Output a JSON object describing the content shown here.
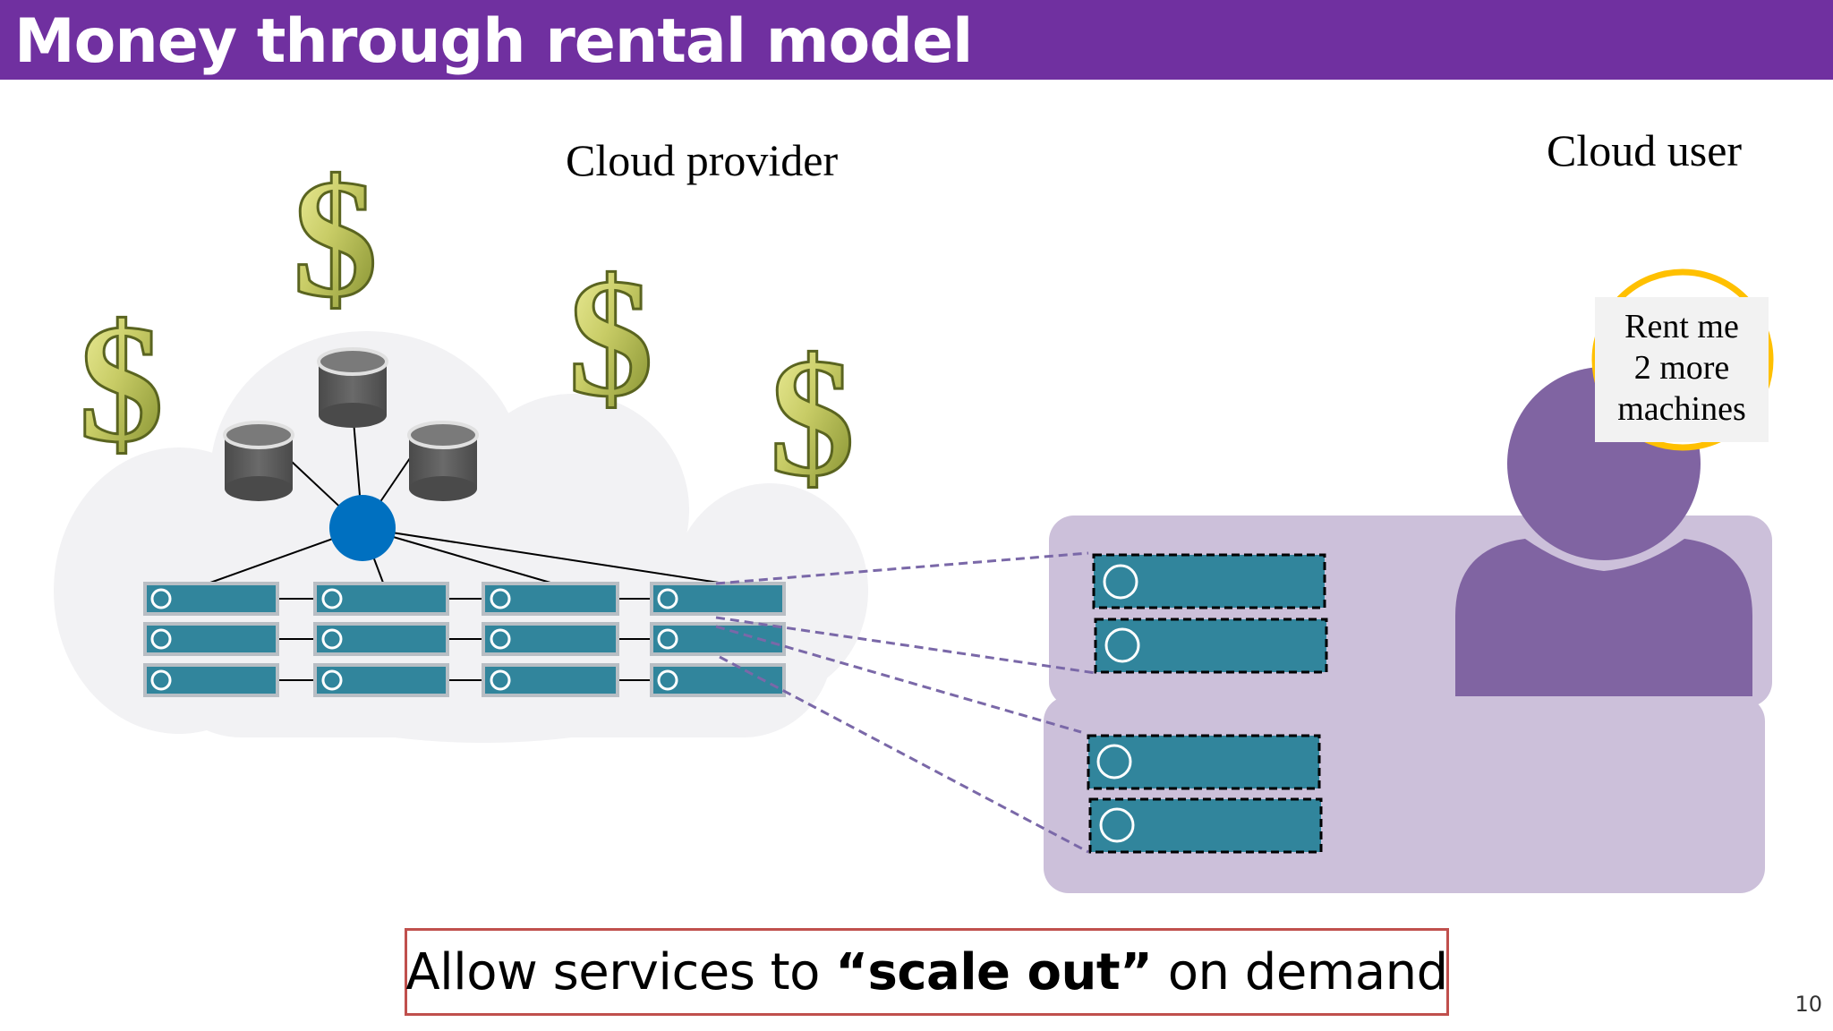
{
  "slide": {
    "title": "Money through rental model",
    "number": "10"
  },
  "diagram": {
    "provider_label": "Cloud provider",
    "user_label": "Cloud user",
    "speech_bubble": {
      "lines": [
        "Rent me",
        "2 more",
        "machines"
      ]
    },
    "currency_symbol": "$",
    "colors": {
      "title_bar": "#7030a0",
      "server": "#31859c",
      "user": "#8064a2",
      "user_panel": "#ccc0da",
      "cloud": "#f2f2f4",
      "hub": "#0070c0",
      "database": "#595959",
      "dollar": "#c4c870",
      "bubble_ring": "#ffc000",
      "caption_border": "#c0504d"
    }
  },
  "caption": {
    "before": "Allow services to ",
    "emphasis": "“scale out”",
    "after": " on demand"
  }
}
